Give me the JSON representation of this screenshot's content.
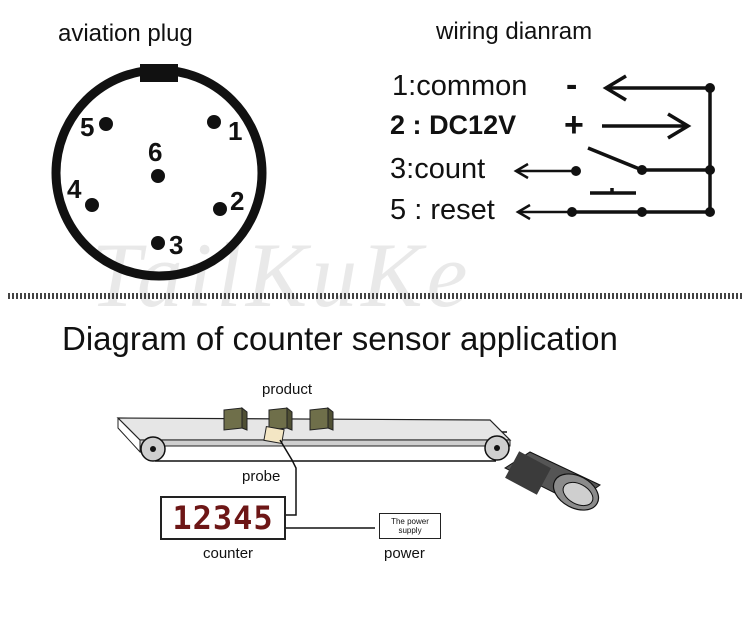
{
  "plug": {
    "title": "aviation plug",
    "pins": [
      "5",
      "1",
      "6",
      "4",
      "2",
      "3"
    ]
  },
  "wiring": {
    "title": "wiring dianram",
    "rows": [
      {
        "num": "1",
        "sep": ":",
        "label": "common",
        "sign": "-"
      },
      {
        "num": "2",
        "sep": ":",
        "label": "DC12V",
        "sign": "+"
      },
      {
        "num": "3",
        "sep": ":",
        "label": "count",
        "sign": ""
      },
      {
        "num": "5",
        "sep": ":",
        "label": "reset",
        "sign": ""
      }
    ]
  },
  "application": {
    "title": "Diagram of counter sensor application",
    "product_label": "product",
    "probe_label": "probe",
    "counter_label": "counter",
    "power_label": "power",
    "counter_value": "12345",
    "psu_line1": "The power",
    "psu_line2": "supply"
  },
  "watermark": "TailKuKe",
  "colors": {
    "line": "#111111",
    "counter_digits": "#6d1616",
    "belt": "#d9d9d9",
    "product": "#6f6f4a",
    "dotted_rule": "#444444"
  }
}
